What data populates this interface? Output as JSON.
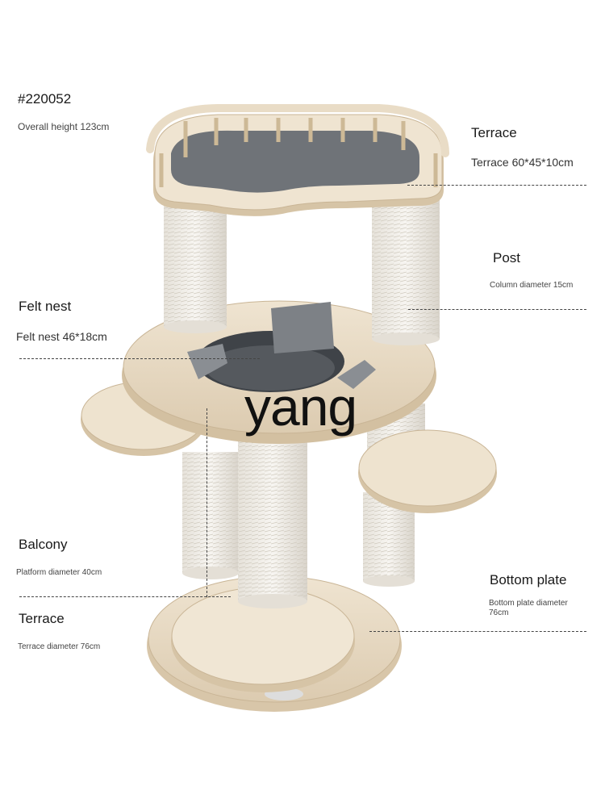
{
  "product_code": "#220052",
  "overall_height": "Overall height 123cm",
  "labels": {
    "terrace_top": {
      "title": "Terrace",
      "detail": "Terrace 60*45*10cm"
    },
    "post": {
      "title": "Post",
      "detail": "Column diameter 15cm"
    },
    "felt_nest": {
      "title": "Felt nest",
      "detail": "Felt nest 46*18cm"
    },
    "balcony": {
      "title": "Balcony",
      "detail": "Platform diameter 40cm"
    },
    "terrace_bottom": {
      "title": "Terrace",
      "detail": "Terrace diameter 76cm"
    },
    "bottom_plate": {
      "title": "Bottom plate",
      "detail": "Bottom plate diameter 76cm"
    }
  },
  "watermark": "yang",
  "colors": {
    "wood": "#e9dcc6",
    "wood_edge": "#c9b596",
    "sisal": "#f2efe9",
    "felt": "#6f7378",
    "felt_dark": "#3d4045"
  }
}
